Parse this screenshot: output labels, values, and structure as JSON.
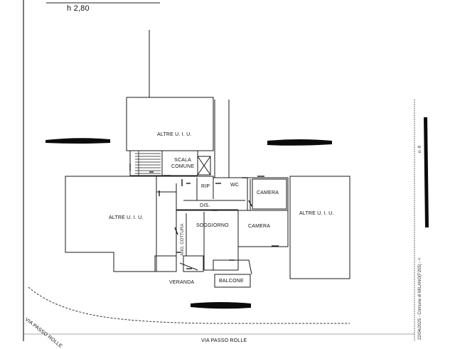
{
  "header": {
    "height_label": "h 2,80"
  },
  "rooms": {
    "altre_top": "ALTRE U. I. U.",
    "altre_left": "ALTRE U. I. U.",
    "altre_right": "ALTRE U. I. U.",
    "scala_comune_1": "SCALA",
    "scala_comune_2": "COMUNE",
    "rip": "RIP",
    "wc": "WC",
    "camera_top": "CAMERA",
    "dis": "DIS.",
    "camera_mid": "CAMERA",
    "soggiorno": "SOGGIORNO",
    "ang_cottura": "ANG. COTTURA",
    "veranda": "VERANDA",
    "balcone": "BALCONE"
  },
  "streets": {
    "left": "VIA PASSO ROLLE",
    "bottom": "VIA PASSO ROLLE"
  },
  "side_stamp": {
    "text": "22/04/2025 - Comune di MILANO(F205) - <",
    "small": "n. 8"
  }
}
